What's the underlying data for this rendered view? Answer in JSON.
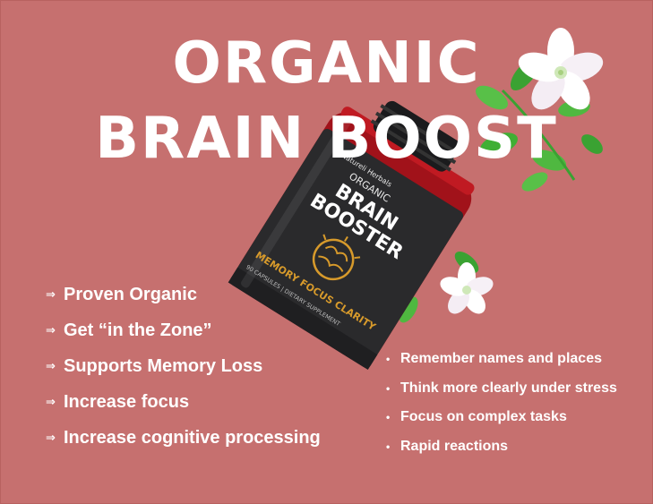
{
  "headline": {
    "line1": "ORGANIC",
    "line2": "BRAIN BOOST"
  },
  "product_label": {
    "brand": "Natureli Herbals",
    "organic": "ORGANIC",
    "name_line1": "BRAIN",
    "name_line2": "BOOSTER",
    "tagline": "MEMORY FOCUS CLARITY",
    "footer": "90 CAPSULES | DIETARY SUPPLEMENT"
  },
  "benefits_left": [
    "Proven Organic",
    "Get “in the Zone”",
    "Supports Memory Loss",
    "Increase focus",
    "Increase cognitive processing"
  ],
  "benefits_right": [
    "Remember names and places",
    "Think more clearly under stress",
    "Focus on complex tasks",
    "Rapid reactions"
  ],
  "icons": {
    "left_bullet": "⇒",
    "right_bullet": "•"
  },
  "colors": {
    "background": "#c6706f",
    "text": "#ffffff",
    "bottle_label": "#2a2a2c",
    "bottle_red": "#b5141c",
    "gold": "#d79a2b",
    "leaf": "#4fb840"
  }
}
